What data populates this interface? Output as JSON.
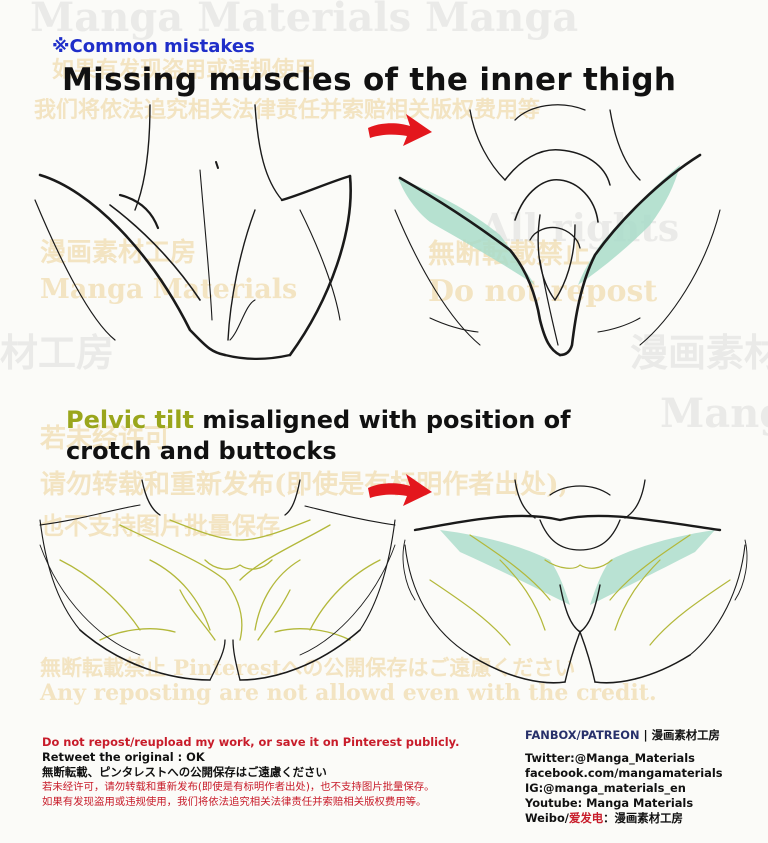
{
  "note": "※Common mistakes",
  "heading_1": "Missing muscles of the inner thigh",
  "heading_2": {
    "highlight": "Pelvic tilt",
    "rest_line1": " misaligned with position of",
    "line2": "crotch and buttocks"
  },
  "watermarks": {
    "cn_1": "如果有发现盗用或违规使用",
    "cn_2": "我们将依法追究相关法律责任并索赔相关版权费用等",
    "studio": "漫画素材工房",
    "brand": "Manga Materials",
    "no_repost_jp": "無断転載禁止",
    "do_not_repost": "Do not repost",
    "manga_top": "Manga Materials Manga",
    "all_rights": "All rights",
    "studio_2": "材工房",
    "studio_3": "漫画素材",
    "cn_3": "若未经许可",
    "cn_4": "请勿转载和重新发布(即使是有标明作者出处),",
    "cn_5": "也不支持图片批量保存",
    "jp_long": "無断転載禁止 Pinterestへの公開保存はご遠慮ください",
    "en_long": "Any reposting are not allowd even with the credit.",
    "manga_right": "Manga"
  },
  "footer_left": {
    "line_1": "Do not repost/reupload my work, or save it on Pinterest publicly.",
    "line_2": "Retweet the original : OK",
    "line_3": "無断転載、ピンタレストへの公開保存はご遠慮ください",
    "line_4": "若未经许可，请勿转载和重新发布(即使是有标明作者出处)，也不支持图片批量保存。",
    "line_5": "如果有发现盗用或违规使用，我们将依法追究相关法律责任并索赔相关版权费用等。"
  },
  "footer_right": {
    "head": "FANBOX/PATREON",
    "head_sep": " | ",
    "head_studio": "漫画素材工房",
    "twitter": "Twitter:@Manga_Materials",
    "facebook": "facebook.com/mangamaterials",
    "instagram": "IG:@manga_materials_en",
    "youtube": "Youtube: Manga Materials",
    "weibo_label": "Weibo/",
    "weibo_red": "爱发电",
    "weibo_rest": "：漫画素材工房"
  },
  "colors": {
    "note_blue": "#1f2ec9",
    "highlight_olive": "#9aa61c",
    "arrow_red": "#e3171d",
    "muscle_green": "#a9dcc9",
    "footer_red": "#c81c2a"
  },
  "icons": [
    "red-arrow-icon"
  ]
}
